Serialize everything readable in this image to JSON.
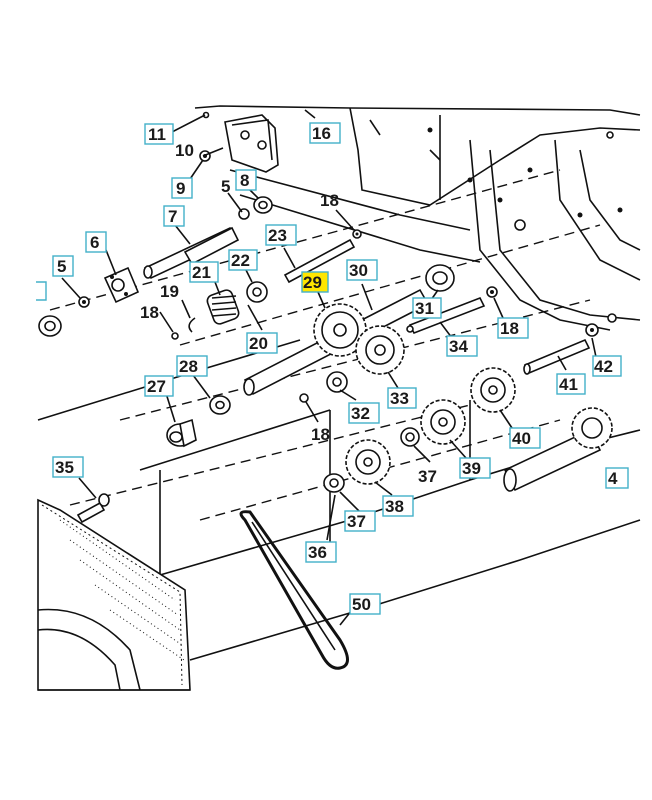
{
  "diagram": {
    "labels": {
      "p11": "11",
      "p10": "10",
      "p9": "9",
      "p16": "16",
      "p5a": "5",
      "p8": "8",
      "p18a": "18",
      "p7": "7",
      "p6": "6",
      "p5b": "5",
      "p23": "23",
      "p21": "21",
      "p22": "22",
      "p29": "29",
      "p30": "30",
      "p19": "19",
      "p18b": "18",
      "p31": "31",
      "p18c": "18",
      "p20": "20",
      "p34": "34",
      "p28": "28",
      "p42": "42",
      "p27": "27",
      "p32": "32",
      "p33": "33",
      "p41": "41",
      "p18d": "18",
      "p40": "40",
      "p37a": "37",
      "p39": "39",
      "p4": "4",
      "p35": "35",
      "p38": "38",
      "p37b": "37",
      "p36": "36",
      "p50": "50"
    },
    "highlighted_part": "29",
    "highlight_color": "#ffe600",
    "label_border_color": "#43b0c9"
  }
}
